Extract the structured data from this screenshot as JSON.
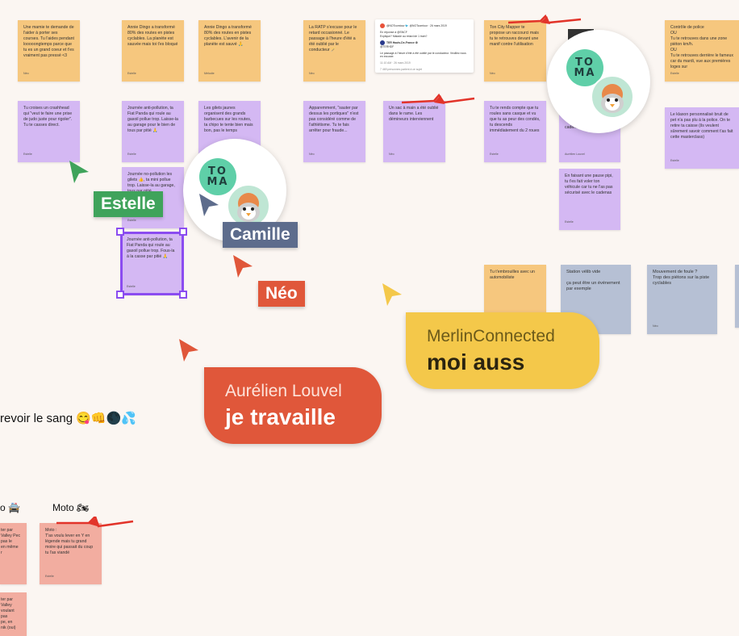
{
  "colors": {
    "orange_note": "#f6c77e",
    "purple_note": "#d4b8f3",
    "slate_note": "#b6c0d4",
    "salmon_note": "#f2ada0",
    "selection": "#8b4cf0",
    "estelle": "#3fa35b",
    "camille": "#5d6c8c",
    "neo": "#e0573a",
    "merlin": "#f4c84a",
    "aurelien": "#e0573a"
  },
  "notes": {
    "n1": {
      "text": "Une mamie te demande de l'aider à porter ses courses. Tu l'aides pendant looooongtemps parce que tu es un grand coeur et t'es vraiment pas pressé <3",
      "author": "Néo"
    },
    "n2": {
      "text": "Annie Dingo a transformé 80% des routes en pistes cyclables. La planète est sauvée mais toi t'es bloqué",
      "author": "Estelle"
    },
    "n3": {
      "text": "Annie Dingo a transformé 80% des routes en pistes cyclables. L'avenir de la planète est sauvé 🙏",
      "author": "Mélodie"
    },
    "n4": {
      "text": "La RATP s'excuse pour le retard occasionné. Le passage à l'heure d'été a été oublié par le conducteur 🪄",
      "author": "Néo"
    },
    "n5": {
      "text": "Ton City Mapper te propose un raccourci mais tu te retrouves devant une manif contre l'utilisation",
      "author": "Néo"
    },
    "n6": {
      "text": "Contrôle de police\nOU\nTu te retrouves dans une zone piéton km/h.\nOU\nTu te retrouves derrière le fameux car du mardi, vue aux premières loges sur",
      "author": "Estelle"
    },
    "p1": {
      "text": "Tu croises un crashhead qui \"veut te faire une prise de judo juste pour rigoler\". Tu te casses direct.",
      "author": "Estelle"
    },
    "p2": {
      "text": "Journée anti-pollution, ta Fiat Panda qui roule au gasoil pollue trop. Laisse-la au garage pour le bien de tous par pitié 🙏",
      "author": "Estelle"
    },
    "p3": {
      "text": "Les gilets jaunes organisent des grands barbecues sur les routes, ta chipo te tente bien mais bon, pas le temps",
      "author": ""
    },
    "p4": {
      "text": "Apparemment, \"sauter par dessus les portiques\" n'est pas considéré comme de l'athlétisme. Tu te fais arrêter pour fraude...",
      "author": "Néo"
    },
    "p5": {
      "text": "Un sac à main a été oublié dans le rame. Les démineurs interviennent",
      "author": "Néo"
    },
    "p6": {
      "text": "Tu te rends compte que tu roules sans casque et vu que tu as peur des condés, tu descends immédiatement du 2 roues",
      "author": "Estelle"
    },
    "p7": {
      "text": "cadenas",
      "author": "Aurélien Louvel"
    },
    "p8": {
      "text": "Le klaxon personnalisé bruit de pet n'a pas plu à la police. On te retire ta caisse (ils veulent sûrement savoir comment t'as fait cette masterclass)",
      "author": "Estelle"
    },
    "p9": {
      "text": "Journée no-pollution les gilets 👍, ta mini pollue trop. Laisse-la au garage, tous par pitié",
      "author": "Estelle"
    },
    "p10": {
      "text": "En faisant une pause pipi, tu t'es fait voler ton véhicule car tu ne l'as pas sécurisé avec le cadenas",
      "author": "Estelle"
    },
    "sel": {
      "text": "Journée anti-pollution, ta Fiat Panda qui roule au gasoil pollue trop. Fous-la à la casse par pitié 🙏",
      "author": "Estelle"
    },
    "o7": {
      "text": "Tu t'embrouilles avec un automobiliste",
      "author": ""
    },
    "s1": {
      "text": "Station vélib vide\n\nça peut être un événement par exemple",
      "author": ""
    },
    "s2": {
      "text": "Mouvement de foule ?\nTrop des piétons sur la piste cyclables",
      "author": "Néo"
    },
    "m1": {
      "text": "Moto :\nT'as voulu lever en Y en légende mais tu grand moire qui passait du coup tu l'as viandé",
      "author": "Estelle"
    },
    "m2": {
      "text": "ter par\nValley Pec\n pas le\n en même\nr",
      "author": ""
    },
    "m3": {
      "text": "ter par\nValley\nvoulant pas\npe, en\nnik (oui)",
      "author": ""
    }
  },
  "tweet": {
    "line1": "@NOTcomtour 🐦 @NOTcomtour · 26 mars 2019",
    "line2": "En réponse à @SNCF\nExplique? Malade au retard de 1 train?",
    "line3": "TER Hauts-De-France ⚙",
    "line4": "@TERHDF",
    "line5": "Le passage à l'heure d'été a été oublié par le conducteur. Veuillez nous en excuser.",
    "line6": "11:10 AM · 26 mars 2019",
    "line7": "7 469 personnes parlent à ce sujet"
  },
  "avatars": {
    "toma_line1": "TO",
    "toma_line2": "MA"
  },
  "cursors": {
    "estelle": "Estelle",
    "camille": "Camille",
    "neo": "Néo"
  },
  "bubbles": {
    "merlin": {
      "name": "MerlinConnected",
      "message": "moi auss"
    },
    "aurelien": {
      "name": "Aurélien Louvel",
      "message": "je travaille"
    }
  },
  "headings": {
    "sang": "revoir le sang 😋👊🌑💦",
    "col_left": "o 🚔",
    "moto": "Moto 🏍"
  }
}
